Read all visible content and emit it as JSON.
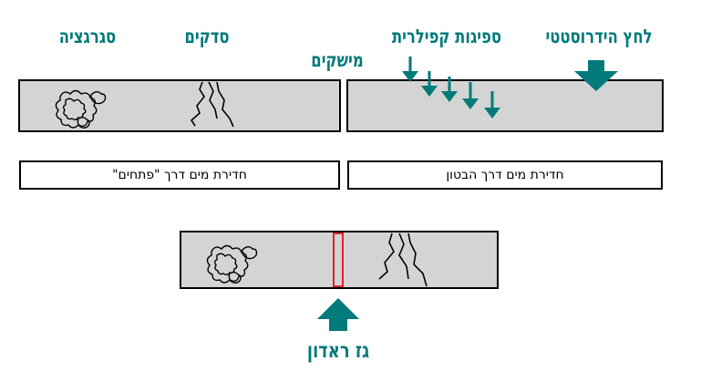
{
  "labels": {
    "segregation": "סגרגציה",
    "cracks": "סדקים",
    "joints": "מישקים",
    "capillary_absorption": "ספיגות קפילרית",
    "hydrostatic_pressure": "לחץ הידרוסטטי",
    "radon_gas": "גז ראדון"
  },
  "boxes": {
    "through_openings": "חדירת מים דרך \"פתחים\"",
    "through_concrete": "חדירת מים דרך הבטון"
  },
  "colors": {
    "teal": "#007a7a",
    "slab_fill": "#d4d4d4",
    "outline": "#000000",
    "joint_highlight": "#e0232b"
  }
}
